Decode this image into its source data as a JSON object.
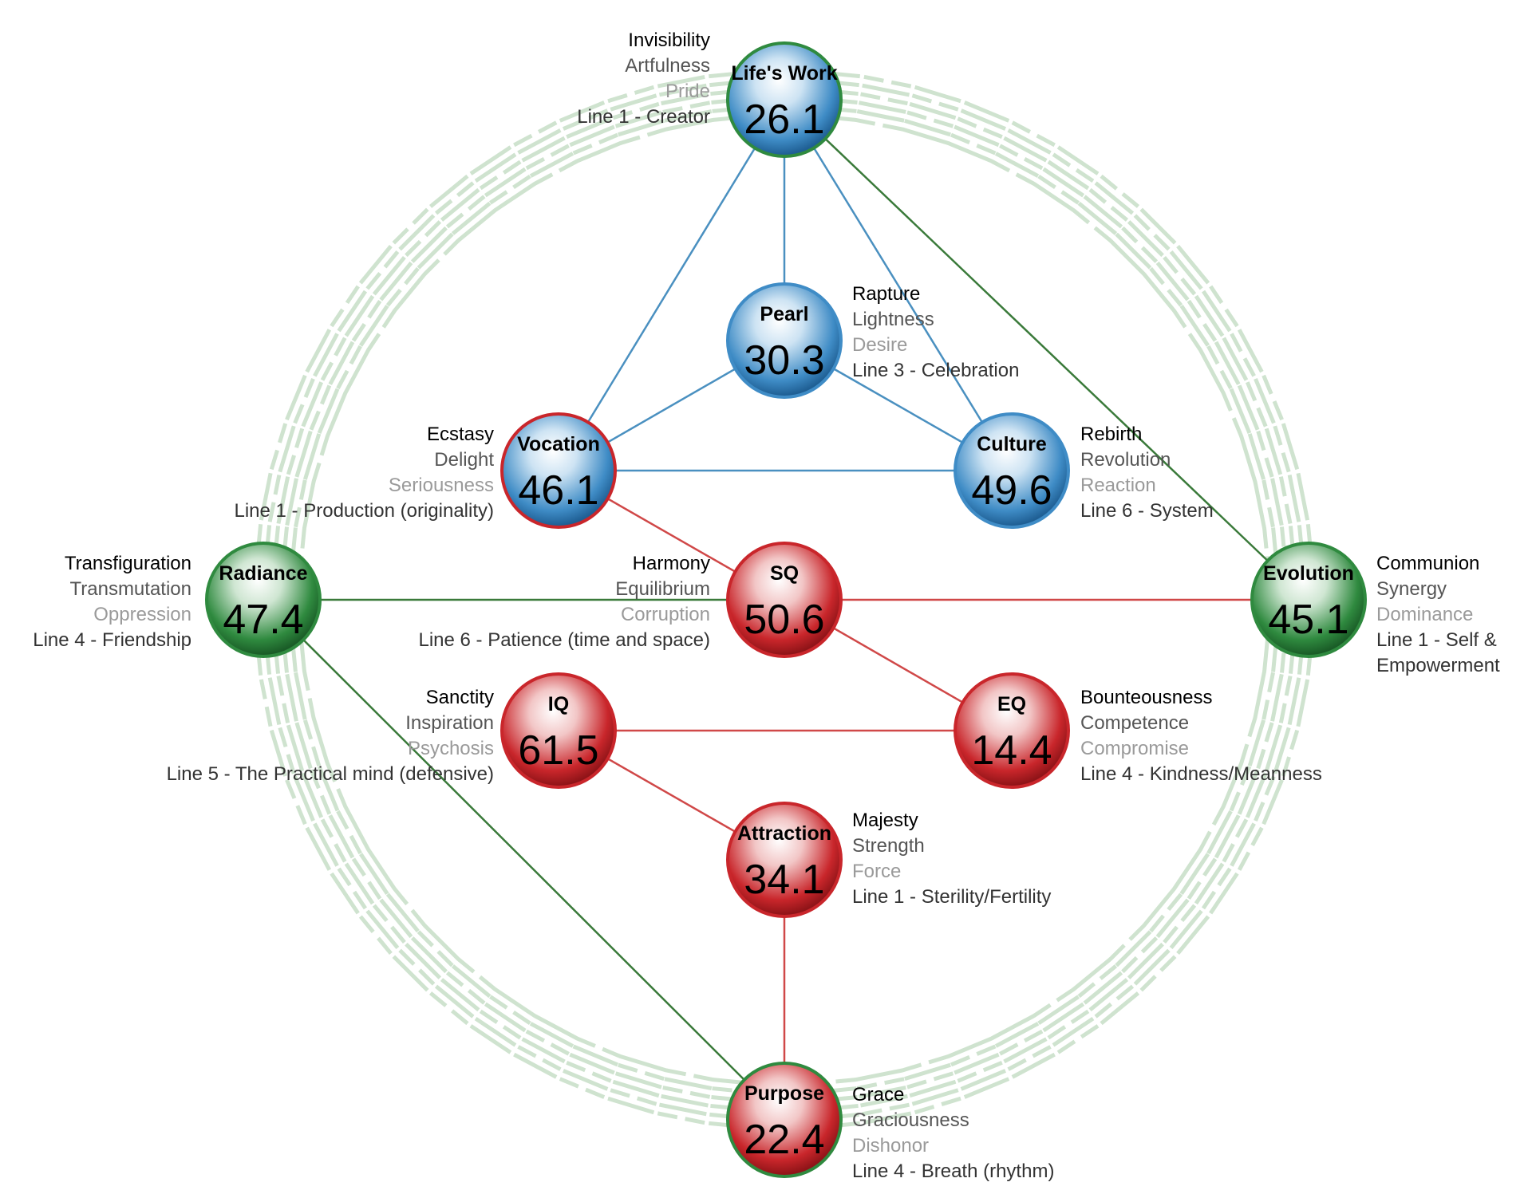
{
  "colors": {
    "blue": "#3f8cc6",
    "red": "#c9262b",
    "green": "#2f8a3f",
    "blue_line": "#4a90c0",
    "red_line": "#d04848",
    "green_line": "#3a7a3a",
    "ring": "#cfe3cf"
  },
  "nodes": [
    {
      "id": "lifes-work",
      "name": "Life's Work",
      "value": "26.1",
      "inner": "blue",
      "outer": "green",
      "labels": [
        "Invisibility",
        "Artfulness",
        "Pride",
        "Line 1 - Creator"
      ]
    },
    {
      "id": "pearl",
      "name": "Pearl",
      "value": "30.3",
      "inner": "blue",
      "outer": "blue",
      "labels": [
        "Rapture",
        "Lightness",
        "Desire",
        "Line 3 - Celebration"
      ]
    },
    {
      "id": "vocation",
      "name": "Vocation",
      "value": "46.1",
      "inner": "blue",
      "outer": "red",
      "labels": [
        "Ecstasy",
        "Delight",
        "Seriousness",
        "Line 1 - Production (originality)"
      ]
    },
    {
      "id": "culture",
      "name": "Culture",
      "value": "49.6",
      "inner": "blue",
      "outer": "blue",
      "labels": [
        "Rebirth",
        "Revolution",
        "Reaction",
        "Line 6 - System"
      ]
    },
    {
      "id": "radiance",
      "name": "Radiance",
      "value": "47.4",
      "inner": "green",
      "outer": "green",
      "labels": [
        "Transfiguration",
        "Transmutation",
        "Oppression",
        "Line 4 - Friendship"
      ]
    },
    {
      "id": "sq",
      "name": "SQ",
      "value": "50.6",
      "inner": "red",
      "outer": "red",
      "labels": [
        "Harmony",
        "Equilibrium",
        "Corruption",
        "Line 6 - Patience (time and space)"
      ]
    },
    {
      "id": "evolution",
      "name": "Evolution",
      "value": "45.1",
      "inner": "green",
      "outer": "green",
      "labels": [
        "Communion",
        "Synergy",
        "Dominance",
        "Line 1 - Self &",
        "Empowerment"
      ]
    },
    {
      "id": "iq",
      "name": "IQ",
      "value": "61.5",
      "inner": "red",
      "outer": "red",
      "labels": [
        "Sanctity",
        "Inspiration",
        "Psychosis",
        "Line 5 - The Practical mind (defensive)"
      ]
    },
    {
      "id": "eq",
      "name": "EQ",
      "value": "14.4",
      "inner": "red",
      "outer": "red",
      "labels": [
        "Bounteousness",
        "Competence",
        "Compromise",
        "Line 4 - Kindness/Meanness"
      ]
    },
    {
      "id": "attraction",
      "name": "Attraction",
      "value": "34.1",
      "inner": "red",
      "outer": "red",
      "labels": [
        "Majesty",
        "Strength",
        "Force",
        "Line 1 - Sterility/Fertility"
      ]
    },
    {
      "id": "purpose",
      "name": "Purpose",
      "value": "22.4",
      "inner": "red",
      "outer": "green",
      "labels": [
        "Grace",
        "Graciousness",
        "Dishonor",
        "Line 4 - Breath (rhythm)"
      ]
    }
  ],
  "edges": [
    {
      "from": "lifes-work",
      "to": "pearl",
      "color": "blue"
    },
    {
      "from": "lifes-work",
      "to": "vocation",
      "color": "blue"
    },
    {
      "from": "lifes-work",
      "to": "culture",
      "color": "blue"
    },
    {
      "from": "lifes-work",
      "to": "evolution",
      "color": "green"
    },
    {
      "from": "pearl",
      "to": "vocation",
      "color": "blue"
    },
    {
      "from": "pearl",
      "to": "culture",
      "color": "blue"
    },
    {
      "from": "vocation",
      "to": "culture",
      "color": "blue"
    },
    {
      "from": "vocation",
      "to": "sq",
      "color": "red"
    },
    {
      "from": "radiance",
      "to": "sq",
      "color": "green"
    },
    {
      "from": "sq",
      "to": "evolution",
      "color": "red"
    },
    {
      "from": "sq",
      "to": "eq",
      "color": "red"
    },
    {
      "from": "radiance",
      "to": "purpose",
      "color": "green"
    },
    {
      "from": "iq",
      "to": "eq",
      "color": "red"
    },
    {
      "from": "iq",
      "to": "attraction",
      "color": "red"
    },
    {
      "from": "attraction",
      "to": "purpose",
      "color": "red"
    }
  ]
}
